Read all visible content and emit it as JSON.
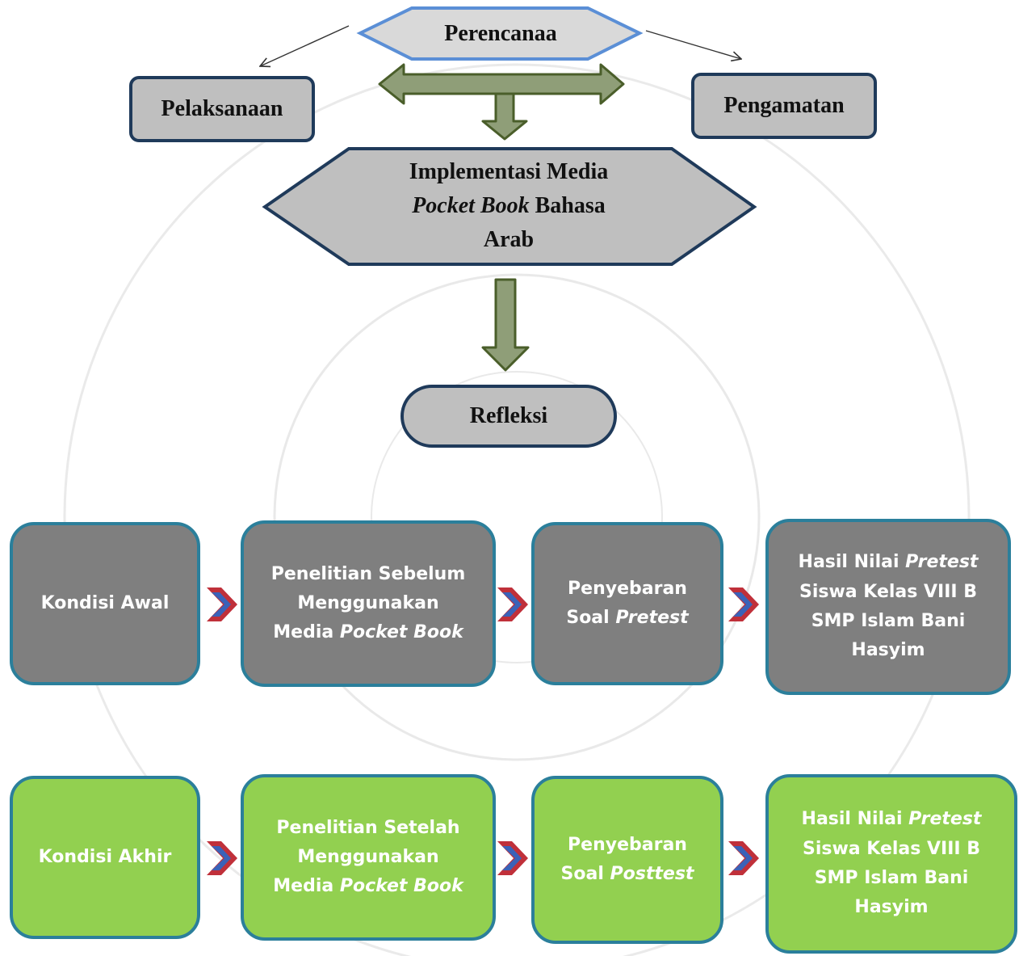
{
  "cycle": {
    "planning": "Perencanaa",
    "acting": "Pelaksanaan",
    "observing": "Pengamatan",
    "center_line1": "Implementasi Media",
    "center_line2_italic": "Pocket Book",
    "center_line2_rest": " Bahasa",
    "center_line3": "Arab",
    "reflecting": "Refleksi"
  },
  "initial_row": [
    {
      "lines": [
        [
          "Kondisi Awal",
          ""
        ]
      ]
    },
    {
      "lines": [
        [
          "Penelitian Sebelum",
          ""
        ],
        [
          "Menggunakan",
          ""
        ],
        [
          "Media ",
          "Pocket Book"
        ]
      ]
    },
    {
      "lines": [
        [
          "Penyebaran",
          ""
        ],
        [
          "Soal ",
          "Pretest"
        ]
      ]
    },
    {
      "lines": [
        [
          "Hasil Nilai ",
          "Pretest"
        ],
        [
          "Siswa Kelas VIII B",
          ""
        ],
        [
          "SMP Islam Bani",
          ""
        ],
        [
          "Hasyim",
          ""
        ]
      ]
    }
  ],
  "final_row": [
    {
      "lines": [
        [
          "Kondisi Akhir",
          ""
        ]
      ]
    },
    {
      "lines": [
        [
          "Penelitian Setelah",
          ""
        ],
        [
          "Menggunakan",
          ""
        ],
        [
          "Media ",
          "Pocket Book"
        ]
      ]
    },
    {
      "lines": [
        [
          "Penyebaran",
          ""
        ],
        [
          "Soal ",
          "Posttest"
        ]
      ]
    },
    {
      "lines": [
        [
          "Hasil Nilai ",
          "Pretest"
        ],
        [
          "Siswa Kelas VIII B",
          ""
        ],
        [
          "SMP Islam Bani",
          ""
        ],
        [
          "Hasyim",
          ""
        ]
      ]
    }
  ],
  "colors": {
    "initial_fill": "#7f7f7f",
    "final_fill": "#92d050",
    "box_border": "#2b7f9b",
    "chevron_red": "#c0303a",
    "chevron_blue": "#3a62b8",
    "cycle_arrow_fill": "#8f9e78",
    "cycle_arrow_stroke": "#4a5e2a",
    "hex_fill": "#bfbfbf",
    "planning_fill": "#d9d9d9",
    "planning_border": "#5b8fd6"
  }
}
